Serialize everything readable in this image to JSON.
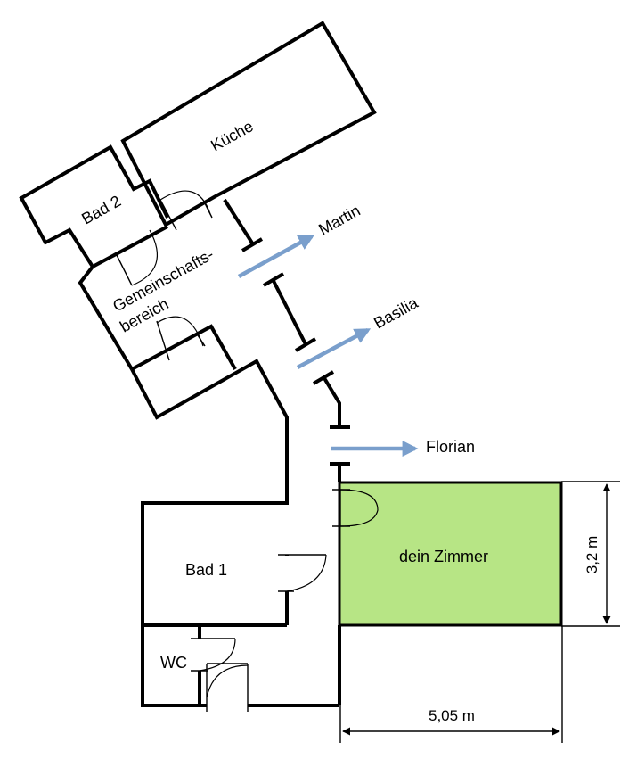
{
  "rooms": {
    "kueche": "Küche",
    "bad2": "Bad 2",
    "gemeinschaft_line1": "Gemeinschafts-",
    "gemeinschaft_line2": "bereich",
    "bad1": "Bad 1",
    "wc": "WC",
    "dein_zimmer": "dein Zimmer"
  },
  "residents": {
    "martin": "Martin",
    "basilia": "Basilia",
    "florian": "Florian"
  },
  "dimensions": {
    "width": "5,05 m",
    "height": "3,2 m"
  },
  "colors": {
    "highlight_room": "#b7e585",
    "arrow": "#7a9fcc",
    "wall": "#000000"
  }
}
